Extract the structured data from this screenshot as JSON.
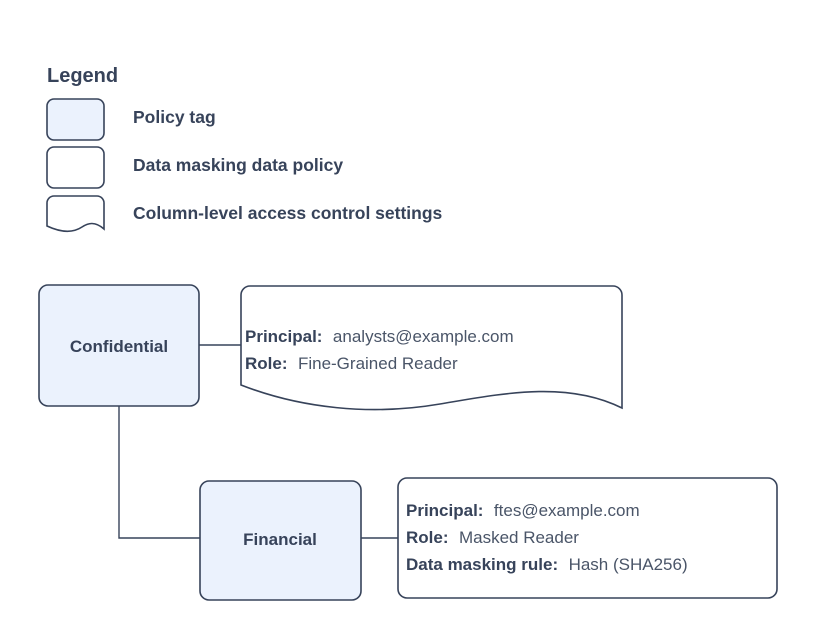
{
  "legend": {
    "title": "Legend",
    "items": [
      {
        "label": "Policy tag",
        "swatch": "policy-tag-swatch",
        "shape": "rounded-rect-filled"
      },
      {
        "label": "Data masking data policy",
        "swatch": "data-masking-policy-swatch",
        "shape": "rounded-rect-outline"
      },
      {
        "label": "Column-level access control settings",
        "swatch": "access-control-settings-swatch",
        "shape": "wavy-bottom-document"
      }
    ]
  },
  "diagram": {
    "nodes": [
      {
        "id": "confidential",
        "label": "Confidential",
        "shape": "rounded-rect-filled"
      },
      {
        "id": "financial",
        "label": "Financial",
        "shape": "rounded-rect-filled"
      }
    ],
    "callouts": [
      {
        "id": "confidential-callout",
        "shape": "wavy-bottom-document",
        "lines": [
          {
            "key": "Principal:",
            "value": "analysts@example.com"
          },
          {
            "key": "Role:",
            "value": "Fine-Grained Reader"
          }
        ]
      },
      {
        "id": "financial-callout",
        "shape": "rounded-rect-outline",
        "lines": [
          {
            "key": "Principal:",
            "value": "ftes@example.com"
          },
          {
            "key": "Role:",
            "value": "Masked Reader"
          },
          {
            "key": "Data masking rule:",
            "value": "Hash (SHA256)"
          }
        ]
      }
    ],
    "connectors": [
      {
        "id": "confidential-to-callout",
        "from": "confidential",
        "to": "confidential-callout"
      },
      {
        "id": "confidential-to-financial",
        "from": "confidential",
        "to": "financial"
      },
      {
        "id": "financial-to-callout",
        "from": "financial",
        "to": "financial-callout"
      }
    ]
  },
  "colors": {
    "tag_fill": "#ebf2fd",
    "stroke": "#37435a",
    "text": "#37435a",
    "value_text": "#4a5568",
    "background": "#ffffff"
  }
}
